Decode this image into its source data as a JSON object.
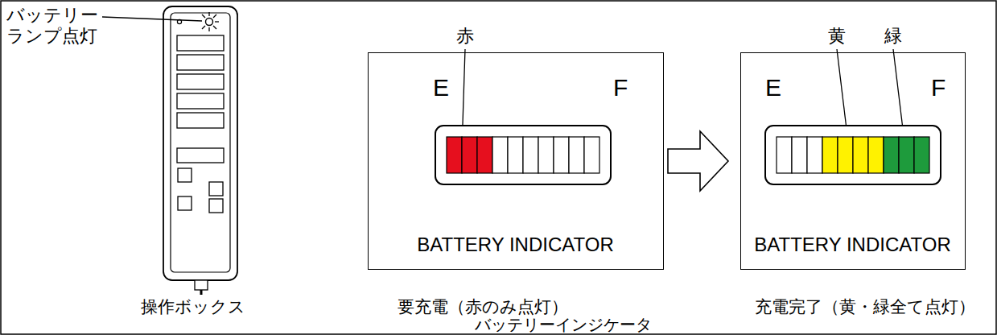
{
  "diagram": {
    "nodes": [
      {
        "text": [
          "E",
          "F",
          "BATTERY INDICATOR"
        ]
      },
      {
        "text": [
          "E",
          "F",
          "BATTERY INDICATOR"
        ]
      }
    ],
    "edges": [
      {
        "from": 0,
        "to": 1,
        "arrow": "to"
      }
    ],
    "labels": [
      "バッテリー ランプ点灯",
      "赤",
      "黄",
      "緑",
      "操作ボックス",
      "要充電（赤のみ点灯）",
      "充電完了（黄・緑全て点灯）",
      "バッテリーインジケータ"
    ]
  }
}
